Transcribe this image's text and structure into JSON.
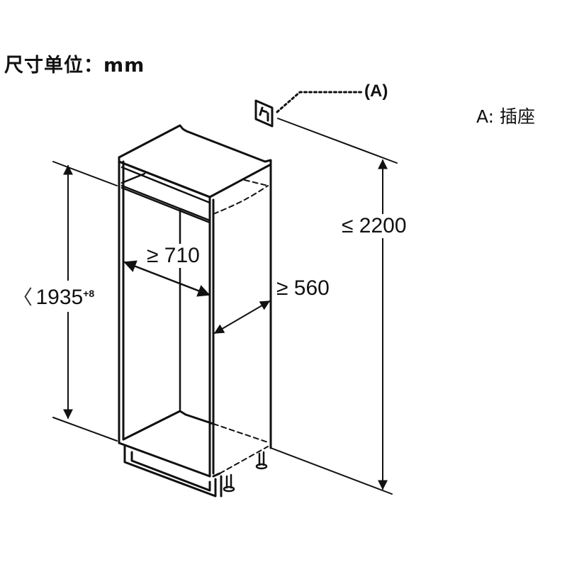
{
  "header": {
    "units_label": "尺寸单位：mm"
  },
  "legend": {
    "text": "A: 插座"
  },
  "callout": {
    "label": "(A)",
    "target": "socket-icon"
  },
  "dimensions": {
    "cabinet_height": {
      "value": "1935",
      "tolerance": "+8",
      "prefix": "〈"
    },
    "max_height": {
      "text": "≤ 2200"
    },
    "min_width": {
      "text": "≥ 710"
    },
    "min_depth": {
      "text": "≥ 560"
    }
  },
  "colors": {
    "line": "#111111",
    "background": "#ffffff"
  }
}
